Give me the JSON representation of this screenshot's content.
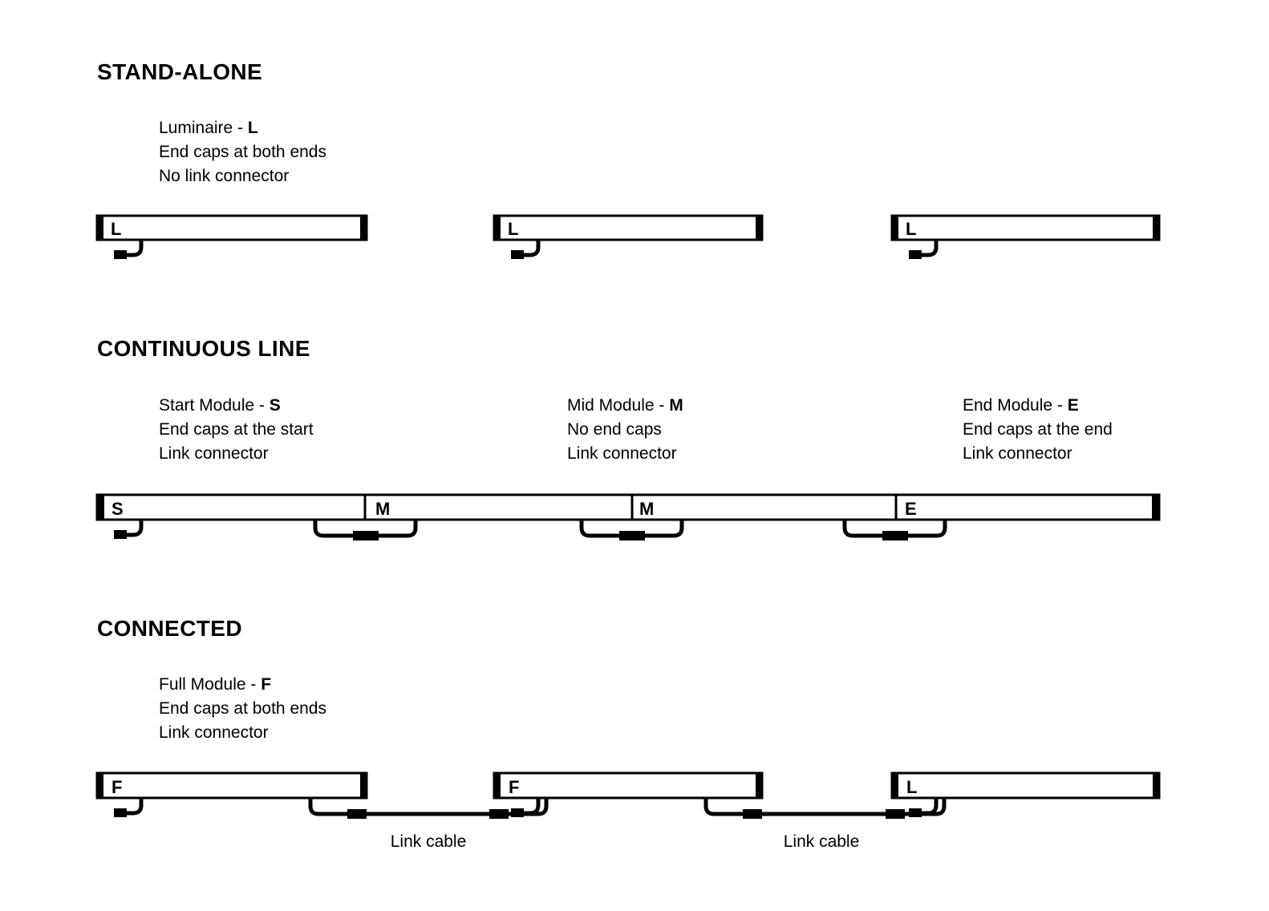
{
  "page": {
    "background": "#ffffff",
    "ink": "#000000"
  },
  "sections": [
    {
      "id": "stand-alone",
      "title": "STAND-ALONE",
      "specs": [
        {
          "line1_prefix": "Luminaire - ",
          "line1_code": "L",
          "line2": "End caps at both ends",
          "line3": "No link connector"
        }
      ],
      "modules": [
        {
          "letter": "L",
          "end_cap_left": true,
          "end_cap_right": true,
          "has_tail_cable": true
        },
        {
          "letter": "L",
          "end_cap_left": true,
          "end_cap_right": true,
          "has_tail_cable": true
        },
        {
          "letter": "L",
          "end_cap_left": true,
          "end_cap_right": true,
          "has_tail_cable": true
        }
      ]
    },
    {
      "id": "continuous-line",
      "title": "CONTINUOUS LINE",
      "specs": [
        {
          "line1_prefix": "Start Module - ",
          "line1_code": "S",
          "line2": "End caps at the start",
          "line3": "Link connector"
        },
        {
          "line1_prefix": "Mid Module - ",
          "line1_code": "M",
          "line2": "No end caps",
          "line3": "Link connector"
        },
        {
          "line1_prefix": "End Module - ",
          "line1_code": "E",
          "line2": "End caps at the end",
          "line3": "Link connector"
        }
      ],
      "modules": [
        {
          "letter": "S",
          "end_cap_left": true,
          "end_cap_right": false,
          "has_tail_cable": true
        },
        {
          "letter": "M",
          "end_cap_left": false,
          "end_cap_right": false,
          "has_tail_cable": false
        },
        {
          "letter": "M",
          "end_cap_left": false,
          "end_cap_right": false,
          "has_tail_cable": false
        },
        {
          "letter": "E",
          "end_cap_left": false,
          "end_cap_right": true,
          "has_tail_cable": false
        }
      ]
    },
    {
      "id": "connected",
      "title": "CONNECTED",
      "specs": [
        {
          "line1_prefix": "Full Module - ",
          "line1_code": "F",
          "line2": "End caps at both ends",
          "line3": "Link connector"
        }
      ],
      "modules": [
        {
          "letter": "F",
          "end_cap_left": true,
          "end_cap_right": true,
          "has_tail_cable": true
        },
        {
          "letter": "F",
          "end_cap_left": true,
          "end_cap_right": true,
          "has_tail_cable": true
        },
        {
          "letter": "L",
          "end_cap_left": true,
          "end_cap_right": true,
          "has_tail_cable": true
        }
      ],
      "cable_labels": [
        "Link cable",
        "Link cable"
      ]
    }
  ]
}
